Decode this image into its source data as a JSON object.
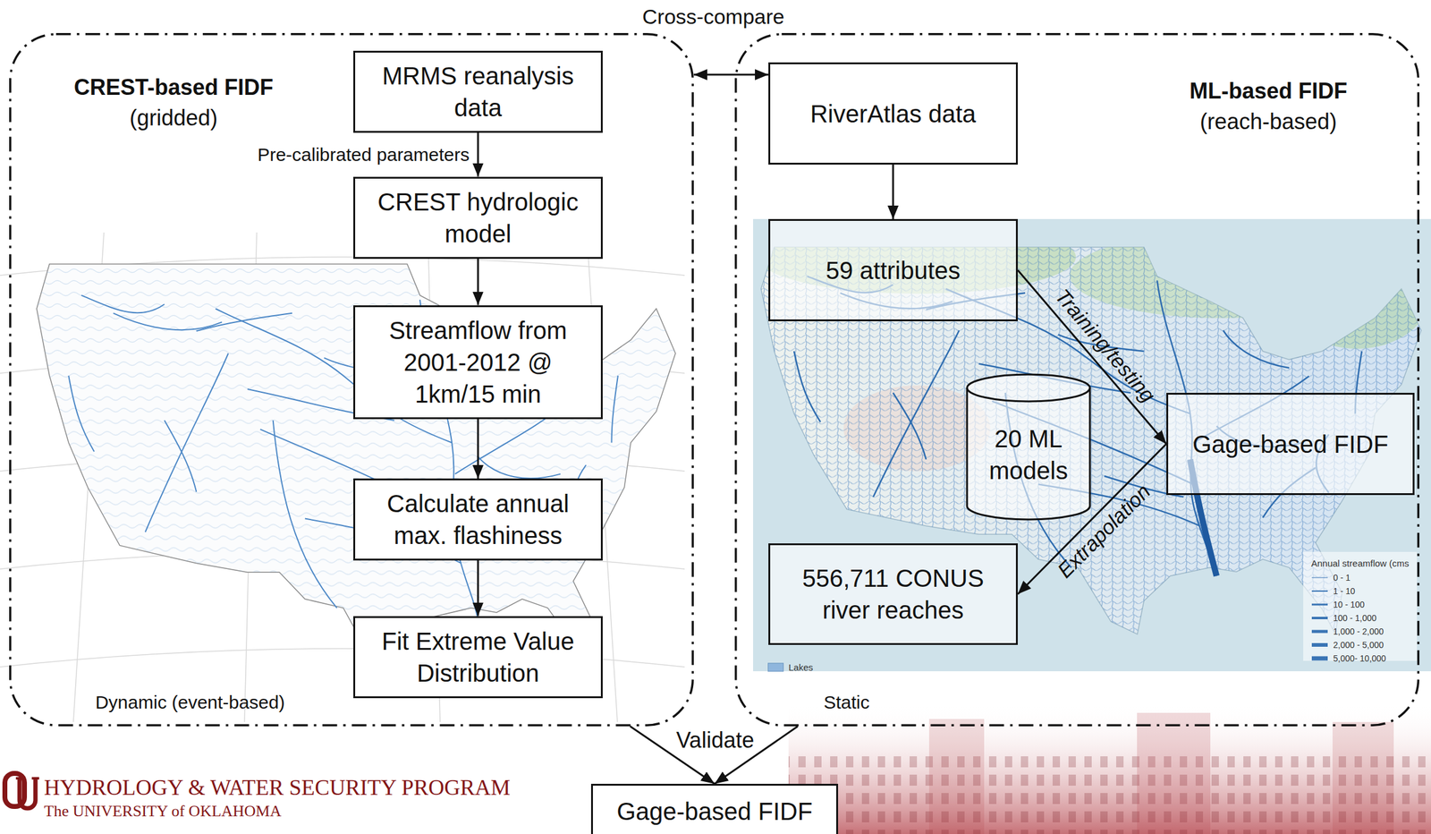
{
  "diagram": {
    "nodes": [
      {
        "text": [
          "CREST-based FIDF",
          "(gridded)"
        ]
      },
      {
        "text": [
          "MRMS reanalysis data"
        ],
        "in": 0
      },
      {
        "text": [
          "CREST hydrologic model"
        ],
        "in": 0
      },
      {
        "text": [
          "Streamflow from 2001-2012 @ 1km/15 min"
        ],
        "in": 0
      },
      {
        "text": [
          "Calculate annual max. flashiness"
        ],
        "in": 0
      },
      {
        "text": [
          "Fit Extreme Value Distribution"
        ],
        "in": 0
      },
      {
        "text": [
          "ML-based FIDF",
          "(reach-based)"
        ]
      },
      {
        "text": [
          "RiverAtlas data"
        ],
        "in": 6
      },
      {
        "text": [
          "59 attributes"
        ],
        "in": 6
      },
      {
        "text": [
          "20 ML models"
        ],
        "in": 6
      },
      {
        "text": [
          "Gage-based FIDF"
        ],
        "in": 6
      },
      {
        "text": [
          "556,711 CONUS river reaches"
        ],
        "in": 6
      },
      {
        "text": [
          "Gage-based FIDF"
        ]
      }
    ],
    "edges": [
      {
        "from": 1,
        "to": 2,
        "arrow": "to",
        "label": "Pre-calibrated parameters"
      },
      {
        "from": 2,
        "to": 3,
        "arrow": "to"
      },
      {
        "from": 3,
        "to": 4,
        "arrow": "to"
      },
      {
        "from": 4,
        "to": 5,
        "arrow": "to"
      },
      {
        "from": 0,
        "to": 7,
        "arrow": "both",
        "label": "Cross-compare"
      },
      {
        "from": 7,
        "to": 8,
        "arrow": "to"
      },
      {
        "from": 8,
        "to": 10,
        "arrow": "to",
        "label": "Training/testing"
      },
      {
        "from": 10,
        "to": 11,
        "arrow": "to",
        "label": "Extrapolation"
      },
      {
        "from": 0,
        "to": 12,
        "arrow": "to",
        "label": "Validate"
      },
      {
        "from": 6,
        "to": 12,
        "arrow": "to"
      }
    ],
    "labels": [
      "Dynamic (event-based)",
      "Static",
      "HYDROLOGY & WATER SECURITY PROGRAM",
      "The UNIVERSITY of OKLAHOMA",
      "Annual streamflow (cms"
    ],
    "legend": [
      {
        "text": "0 - 1"
      },
      {
        "text": "1 - 10"
      },
      {
        "text": "10 - 100"
      },
      {
        "text": "100 - 1,000"
      },
      {
        "text": "1,000 - 2,000"
      },
      {
        "text": "2,000 - 5,000"
      },
      {
        "text": "5,000- 10,000"
      },
      {
        "text": "Lakes",
        "color": "#8fb6dd"
      }
    ]
  }
}
